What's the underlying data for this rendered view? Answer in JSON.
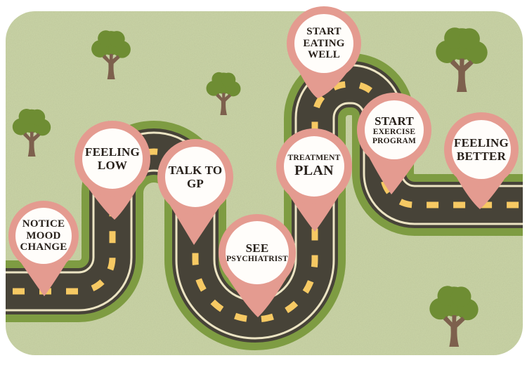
{
  "figure": {
    "type": "journey-roadmap-infographic",
    "description": "Winding road with map-pin milestones from noticing a mood change to feeling better"
  },
  "pins": [
    {
      "id": "notice-mood-change",
      "label": "NOTICE MOOD CHANGE",
      "lines": [
        "NOTICE",
        "MOOD",
        "CHANGE"
      ]
    },
    {
      "id": "feeling-low",
      "label": "FEELING LOW",
      "lines": [
        "FEELING",
        "LOW"
      ]
    },
    {
      "id": "talk-to-gp",
      "label": "TALK TO GP",
      "lines": [
        "TALK TO",
        "GP"
      ]
    },
    {
      "id": "see-psychiatrist",
      "label": "SEE PSYCHIATRIST",
      "lines": [
        "SEE",
        "PSYCHIATRIST"
      ]
    },
    {
      "id": "treatment-plan",
      "label": "TREATMENT PLAN",
      "lines": [
        "TREATMENT",
        "PLAN"
      ]
    },
    {
      "id": "start-eating-well",
      "label": "START EATING WELL",
      "lines": [
        "START",
        "EATING",
        "WELL"
      ]
    },
    {
      "id": "start-exercise-program",
      "label": "START EXERCISE PROGRAM",
      "lines": [
        "START",
        "EXERCISE",
        "PROGRAM"
      ]
    },
    {
      "id": "feeling-better",
      "label": "FEELING BETTER",
      "lines": [
        "FEELING",
        "BETTER"
      ]
    }
  ],
  "colors": {
    "grass": "#c7d1a4",
    "verge": "#7e9c42",
    "road": "#474338",
    "edge-line": "#ece4c3",
    "dash": "#f6c963",
    "pin": "#e49b90",
    "pin-face": "#fffdfa",
    "tree-canopy": "#6e8d33",
    "tree-trunk": "#7d604d",
    "text": "#27201a"
  }
}
